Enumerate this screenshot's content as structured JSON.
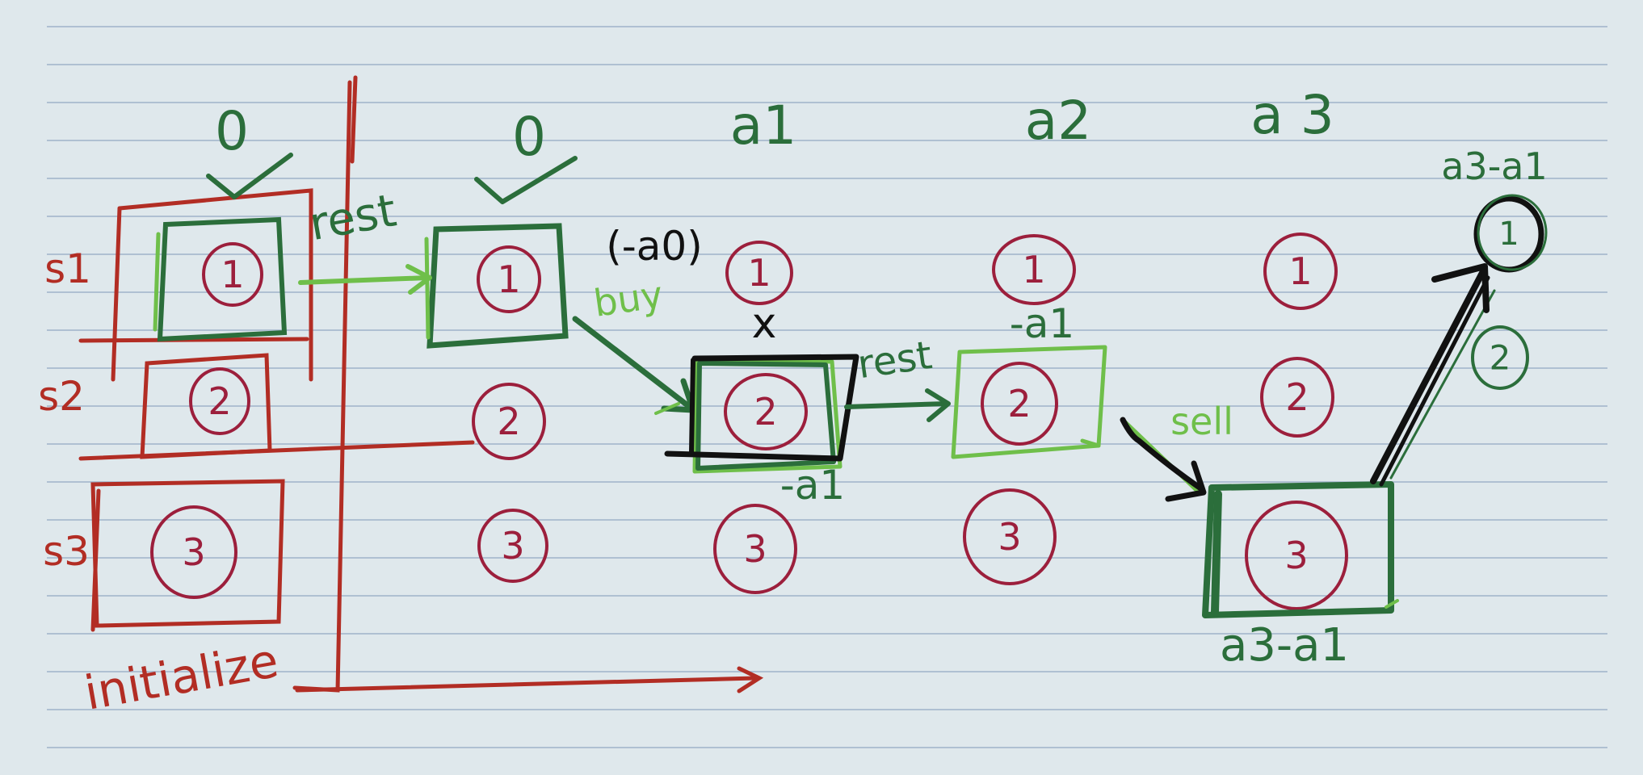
{
  "colors": {
    "paper": "#dfe8ec",
    "rule": "#9fb2c9",
    "red": "#b22d24",
    "maroon": "#9c1f3c",
    "dark_green": "#2b6e3b",
    "light_green": "#6fbf4a",
    "black": "#111111"
  },
  "columns": {
    "init": "0",
    "t0": "0",
    "t1": "a1",
    "t2": "a2",
    "t3": "a 3"
  },
  "rows": [
    "s1",
    "s2",
    "s3"
  ],
  "states": [
    "1",
    "2",
    "3"
  ],
  "labels": {
    "rest_init": "rest",
    "rest_mid": "rest",
    "buy": "buy",
    "sell": "sell",
    "minus_a0": "(-a0)",
    "cross": "x",
    "minus_a1_below": "-a1",
    "minus_a1_above": "-a1",
    "a3_minus_a1_bottom": "a3-a1",
    "a3_minus_a1_top": "a3-a1",
    "initialize": "initialize"
  }
}
